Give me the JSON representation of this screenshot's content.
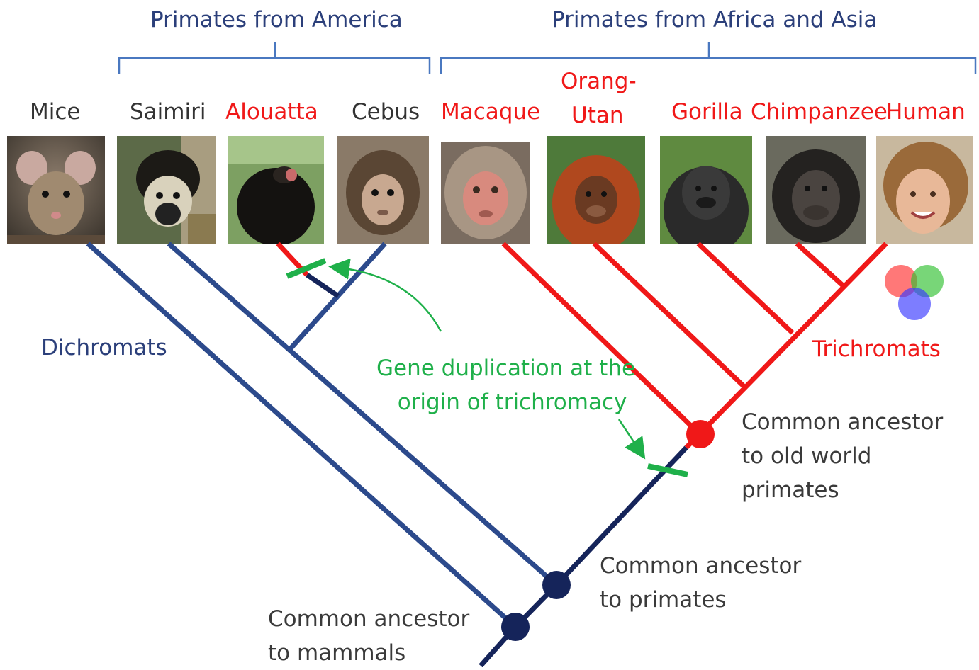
{
  "groups": {
    "america": "Primates from America",
    "africa_asia": "Primates from Africa and Asia"
  },
  "species": [
    {
      "key": "mice",
      "label": "Mice",
      "color": "#333333"
    },
    {
      "key": "saimiri",
      "label": "Saimiri",
      "color": "#333333"
    },
    {
      "key": "alouatta",
      "label": "Alouatta",
      "color": "#f01818"
    },
    {
      "key": "cebus",
      "label": "Cebus",
      "color": "#333333"
    },
    {
      "key": "macaque",
      "label": "Macaque",
      "color": "#f01818"
    },
    {
      "key": "orangutan",
      "label_line1": "Orang-",
      "label_line2": "Utan",
      "color": "#f01818"
    },
    {
      "key": "gorilla",
      "label": "Gorilla",
      "color": "#f01818"
    },
    {
      "key": "chimpanzee",
      "label": "Chimpanzee",
      "color": "#f01818"
    },
    {
      "key": "human",
      "label": "Human",
      "color": "#f01818"
    }
  ],
  "labels": {
    "dichromats": "Dichromats",
    "trichromats": "Trichromats",
    "gene_dup_line1": "Gene duplication at the",
    "gene_dup_line2": "origin of trichromacy",
    "old_world_line1": "Common ancestor",
    "old_world_line2": "to old world",
    "old_world_line3": "primates",
    "primates_line1": "Common ancestor",
    "primates_line2": "to primates",
    "mammals_line1": "Common ancestor",
    "mammals_line2": "to mammals"
  },
  "colors": {
    "dichromat_branch": "#2c4a8c",
    "dark_branch": "#15245a",
    "trichromat_branch": "#f01818",
    "gene_duplication": "#1fb04a",
    "group_text": "#2b3f7a",
    "dichromats_text": "#2b3f7a",
    "trichromats_text": "#f01818",
    "annotation_text": "#3a3a3a",
    "bracket": "#4a78c0"
  },
  "icons": [
    "mouse-photo",
    "squirrel-monkey-photo",
    "howler-monkey-photo",
    "capuchin-photo",
    "macaque-photo",
    "orangutan-photo",
    "gorilla-photo",
    "chimpanzee-photo",
    "human-photo",
    "rgb-venn-icon"
  ]
}
